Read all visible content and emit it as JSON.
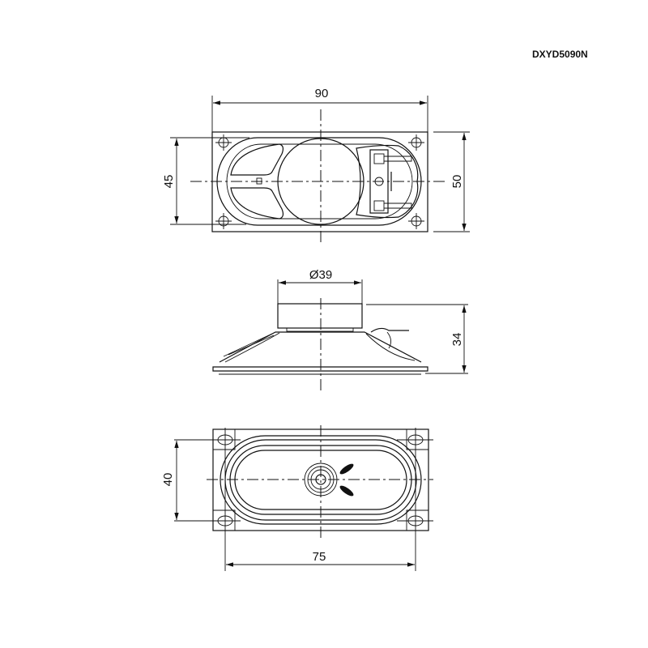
{
  "model": "DXYD5090N",
  "top_view": {
    "width_label": "90",
    "inner_height_label": "45",
    "height_label": "50"
  },
  "side_view": {
    "magnet_diameter_label": "Ø39",
    "depth_label": "34"
  },
  "bottom_view": {
    "cone_height_label": "40",
    "hole_spacing_label": "75"
  }
}
